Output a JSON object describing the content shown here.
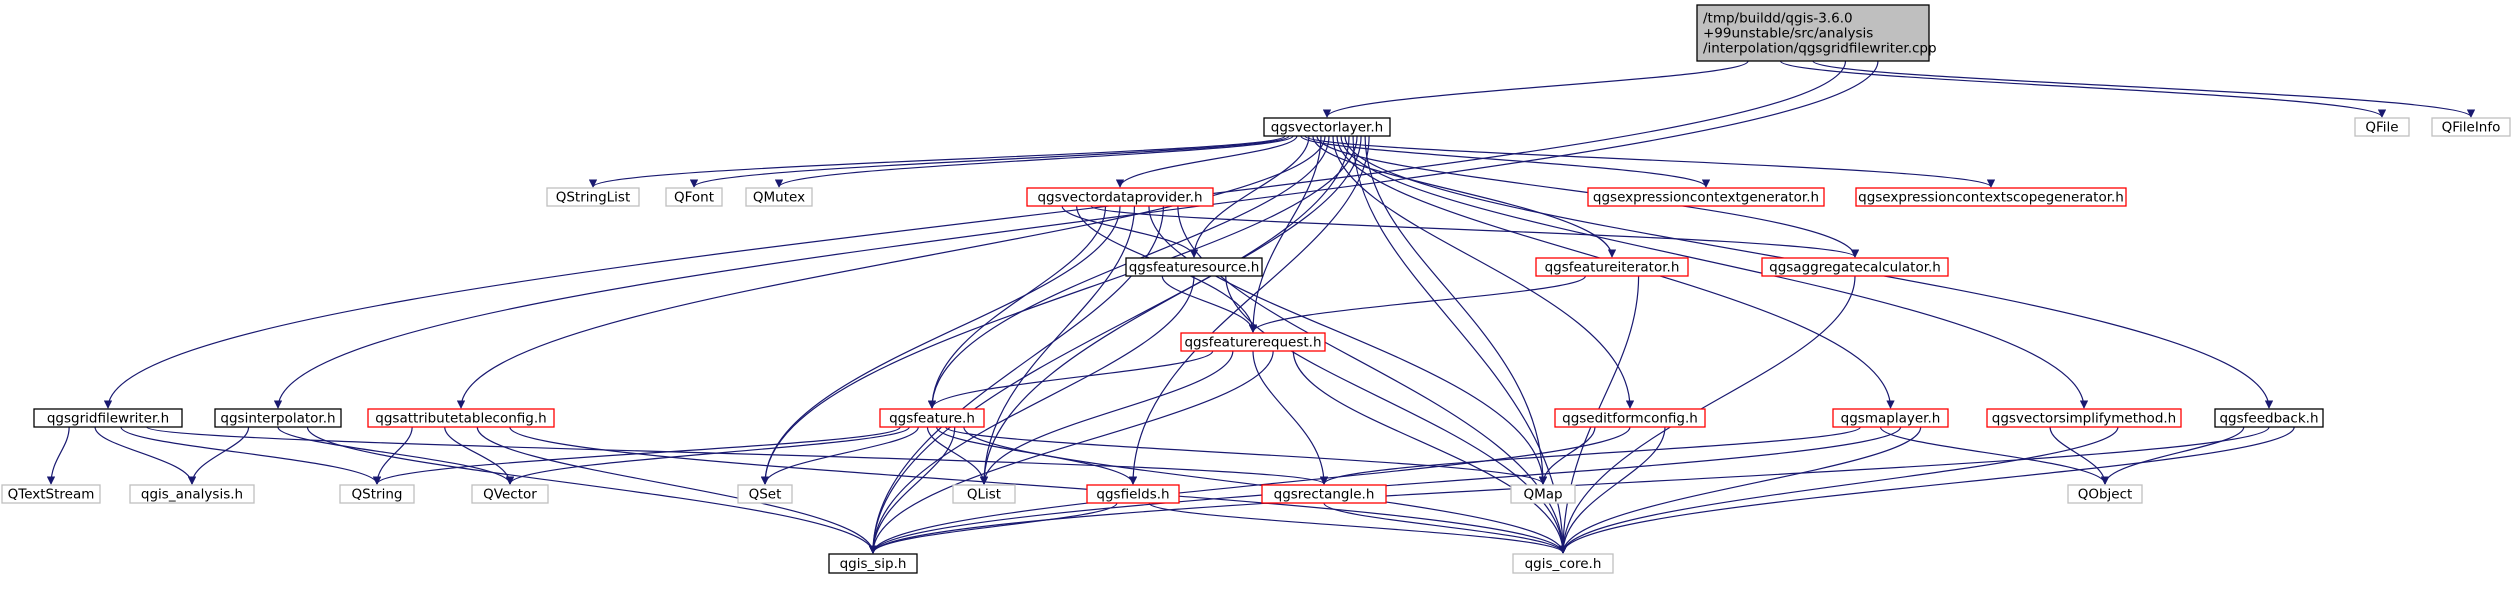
{
  "diagram": {
    "type": "include-dependency-graph",
    "colors": {
      "root_fill": "#bfbfbf",
      "box_border_black": "#000000",
      "box_border_red": "#ff0000",
      "box_border_gray": "#bfbfbf",
      "edge_color": "#191970",
      "gray_edge_color": "#6b6b6b",
      "text_color": "#000000"
    },
    "nodes": [
      {
        "id": "root",
        "lines": [
          "/tmp/buildd/qgis-3.6.0",
          "+99unstable/src/analysis",
          "/interpolation/qgsgridfilewriter.cpp"
        ],
        "style": "root"
      },
      {
        "id": "qgsvectorlayer",
        "lines": [
          "qgsvectorlayer.h"
        ],
        "style": "black"
      },
      {
        "id": "qfile",
        "lines": [
          "QFile"
        ],
        "style": "gray"
      },
      {
        "id": "qfileinfo",
        "lines": [
          "QFileInfo"
        ],
        "style": "gray"
      },
      {
        "id": "qstringlist",
        "lines": [
          "QStringList"
        ],
        "style": "gray"
      },
      {
        "id": "qfont",
        "lines": [
          "QFont"
        ],
        "style": "gray"
      },
      {
        "id": "qmutex",
        "lines": [
          "QMutex"
        ],
        "style": "gray"
      },
      {
        "id": "qgsvectordataprovider",
        "lines": [
          "qgsvectordataprovider.h"
        ],
        "style": "red"
      },
      {
        "id": "qgsexpressioncontextgenerator",
        "lines": [
          "qgsexpressioncontextgenerator.h"
        ],
        "style": "red"
      },
      {
        "id": "qgsexpressioncontextscopegenerator",
        "lines": [
          "qgsexpressioncontextscopegenerator.h"
        ],
        "style": "red"
      },
      {
        "id": "qgsfeaturesource",
        "lines": [
          "qgsfeaturesource.h"
        ],
        "style": "black"
      },
      {
        "id": "qgsfeatureiterator",
        "lines": [
          "qgsfeatureiterator.h"
        ],
        "style": "red"
      },
      {
        "id": "qgsaggregatecalculator",
        "lines": [
          "qgsaggregatecalculator.h"
        ],
        "style": "red"
      },
      {
        "id": "qgsfeaturerequest",
        "lines": [
          "qgsfeaturerequest.h"
        ],
        "style": "red"
      },
      {
        "id": "qgsgridfilewriter",
        "lines": [
          "qgsgridfilewriter.h"
        ],
        "style": "black"
      },
      {
        "id": "qgsinterpolator",
        "lines": [
          "qgsinterpolator.h"
        ],
        "style": "black"
      },
      {
        "id": "qgsattributetableconfig",
        "lines": [
          "qgsattributetableconfig.h"
        ],
        "style": "red"
      },
      {
        "id": "qgsfeature",
        "lines": [
          "qgsfeature.h"
        ],
        "style": "red"
      },
      {
        "id": "qgseditformconfig",
        "lines": [
          "qgseditformconfig.h"
        ],
        "style": "red"
      },
      {
        "id": "qgsmaplayer",
        "lines": [
          "qgsmaplayer.h"
        ],
        "style": "red"
      },
      {
        "id": "qgsvectorsimplifymethod",
        "lines": [
          "qgsvectorsimplifymethod.h"
        ],
        "style": "red"
      },
      {
        "id": "qgsfeedback",
        "lines": [
          "qgsfeedback.h"
        ],
        "style": "black"
      },
      {
        "id": "qtextstream",
        "lines": [
          "QTextStream"
        ],
        "style": "gray"
      },
      {
        "id": "qgis_analysis",
        "lines": [
          "qgis_analysis.h"
        ],
        "style": "gray"
      },
      {
        "id": "qstring",
        "lines": [
          "QString"
        ],
        "style": "gray"
      },
      {
        "id": "qvector",
        "lines": [
          "QVector"
        ],
        "style": "gray"
      },
      {
        "id": "qset",
        "lines": [
          "QSet"
        ],
        "style": "gray"
      },
      {
        "id": "qlist",
        "lines": [
          "QList"
        ],
        "style": "gray"
      },
      {
        "id": "qgsfields",
        "lines": [
          "qgsfields.h"
        ],
        "style": "red"
      },
      {
        "id": "qgsrectangle",
        "lines": [
          "qgsrectangle.h"
        ],
        "style": "red"
      },
      {
        "id": "qmap",
        "lines": [
          "QMap"
        ],
        "style": "gray"
      },
      {
        "id": "qobject",
        "lines": [
          "QObject"
        ],
        "style": "gray"
      },
      {
        "id": "qgis_sip",
        "lines": [
          "qgis_sip.h"
        ],
        "style": "black"
      },
      {
        "id": "qgis_core",
        "lines": [
          "qgis_core.h"
        ],
        "style": "gray"
      }
    ],
    "edges": [
      [
        "root",
        "qgsvectorlayer"
      ],
      [
        "root",
        "qfile"
      ],
      [
        "root",
        "qfileinfo"
      ],
      [
        "root",
        "qgsgridfilewriter"
      ],
      [
        "root",
        "qgsinterpolator"
      ],
      [
        "qgsvectorlayer",
        "qstringlist"
      ],
      [
        "qgsvectorlayer",
        "qfont"
      ],
      [
        "qgsvectorlayer",
        "qmutex"
      ],
      [
        "qgsvectorlayer",
        "qgsvectordataprovider"
      ],
      [
        "qgsvectorlayer",
        "qgsexpressioncontextgenerator"
      ],
      [
        "qgsvectorlayer",
        "qgsexpressioncontextscopegenerator"
      ],
      [
        "qgsvectorlayer",
        "qgsfeaturesource"
      ],
      [
        "qgsvectorlayer",
        "qgsfeatureiterator"
      ],
      [
        "qgsvectorlayer",
        "qgsaggregatecalculator"
      ],
      [
        "qgsvectorlayer",
        "qgsfeaturerequest"
      ],
      [
        "qgsvectorlayer",
        "qgsattributetableconfig"
      ],
      [
        "qgsvectorlayer",
        "qgsfeature"
      ],
      [
        "qgsvectorlayer",
        "qgseditformconfig"
      ],
      [
        "qgsvectorlayer",
        "qgsmaplayer"
      ],
      [
        "qgsvectorlayer",
        "qgsvectorsimplifymethod"
      ],
      [
        "qgsvectorlayer",
        "qgsfeedback"
      ],
      [
        "qgsvectorlayer",
        "qgis_sip"
      ],
      [
        "qgsvectorlayer",
        "qgis_core"
      ],
      [
        "qgsvectorlayer",
        "qset"
      ],
      [
        "qgsvectorlayer",
        "qlist"
      ],
      [
        "qgsvectorlayer",
        "qmap"
      ],
      [
        "qgsvectorlayer",
        "qgsfields"
      ],
      [
        "qgsvectordataprovider",
        "qgsfeaturesource"
      ],
      [
        "qgsvectordataprovider",
        "qgsfeaturerequest"
      ],
      [
        "qgsvectordataprovider",
        "qgsaggregatecalculator"
      ],
      [
        "qgsvectordataprovider",
        "qgsfeature"
      ],
      [
        "qgsvectordataprovider",
        "qset"
      ],
      [
        "qgsvectordataprovider",
        "qlist"
      ],
      [
        "qgsvectordataprovider",
        "qmap"
      ],
      [
        "qgsvectordataprovider",
        "qgis_sip"
      ],
      [
        "qgsvectordataprovider",
        "qgis_core"
      ],
      [
        "qgsfeaturesource",
        "qgsfeaturerequest"
      ],
      [
        "qgsfeaturesource",
        "qgis_sip"
      ],
      [
        "qgsfeaturesource",
        "qgis_core"
      ],
      [
        "qgsfeatureiterator",
        "qgsfeaturerequest"
      ],
      [
        "qgsfeatureiterator",
        "qgis_core"
      ],
      [
        "qgsaggregatecalculator",
        "qgis_core"
      ],
      [
        "qgsfeaturerequest",
        "qgsfeature"
      ],
      [
        "qgsfeaturerequest",
        "qlist"
      ],
      [
        "qgsfeaturerequest",
        "qgsrectangle"
      ],
      [
        "qgsfeaturerequest",
        "qgis_sip"
      ],
      [
        "qgsfeaturerequest",
        "qgis_core"
      ],
      [
        "qgsgridfilewriter",
        "qtextstream"
      ],
      [
        "qgsgridfilewriter",
        "qgis_analysis"
      ],
      [
        "qgsgridfilewriter",
        "qstring"
      ],
      [
        "qgsgridfilewriter",
        "qgsrectangle"
      ],
      [
        "qgsinterpolator",
        "qgis_analysis"
      ],
      [
        "qgsinterpolator",
        "qvector"
      ],
      [
        "qgsinterpolator",
        "qgis_sip"
      ],
      [
        "qgsattributetableconfig",
        "qstring"
      ],
      [
        "qgsattributetableconfig",
        "qvector"
      ],
      [
        "qgsattributetableconfig",
        "qgis_sip"
      ],
      [
        "qgsattributetableconfig",
        "qgis_core"
      ],
      [
        "qgsfeature",
        "qstring"
      ],
      [
        "qgsfeature",
        "qvector"
      ],
      [
        "qgsfeature",
        "qset"
      ],
      [
        "qgsfeature",
        "qlist"
      ],
      [
        "qgsfeature",
        "qgsfields"
      ],
      [
        "qgsfeature",
        "qmap"
      ],
      [
        "qgsfeature",
        "qgis_sip"
      ],
      [
        "qgsfeature",
        "qgis_core"
      ],
      [
        "qgsfields",
        "qgis_sip"
      ],
      [
        "qgsfields",
        "qgis_core"
      ],
      [
        "qgsrectangle",
        "qgis_core"
      ],
      [
        "qgseditformconfig",
        "qmap"
      ],
      [
        "qgseditformconfig",
        "qgis_sip"
      ],
      [
        "qgseditformconfig",
        "qgis_core"
      ],
      [
        "qgsmaplayer",
        "qgsrectangle"
      ],
      [
        "qgsmaplayer",
        "qobject"
      ],
      [
        "qgsmaplayer",
        "qgis_sip"
      ],
      [
        "qgsmaplayer",
        "qgis_core"
      ],
      [
        "qgsvectorsimplifymethod",
        "qobject"
      ],
      [
        "qgsvectorsimplifymethod",
        "qgis_core"
      ],
      [
        "qgsfeedback",
        "qobject"
      ],
      [
        "qgsfeedback",
        "qgis_sip"
      ],
      [
        "qgsfeedback",
        "qgis_core"
      ]
    ]
  }
}
